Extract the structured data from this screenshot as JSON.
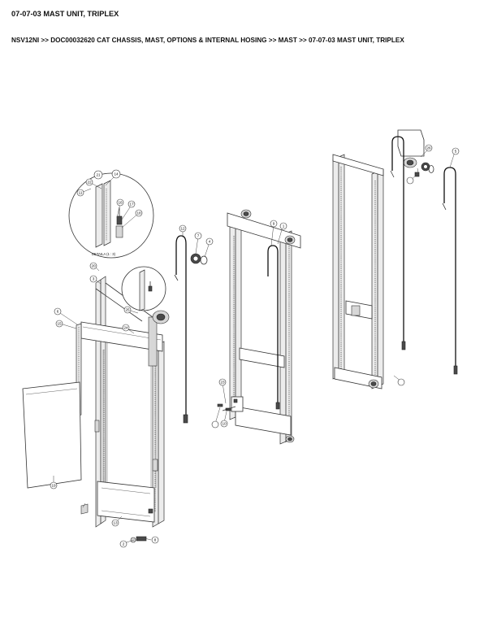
{
  "header": {
    "title": "07-07-03 MAST UNIT, TRIPLEX",
    "breadcrumb": "NSV12NI >> DOC00032620 CAT CHASSIS, MAST, OPTIONS & INTERNAL HOSING >> MAST >> 07-07-03 MAST UNIT, TRIPLEX"
  },
  "diagram": {
    "detail_label": "DETAILA (1 : 3)",
    "callouts": [
      "21",
      "22",
      "14",
      "11",
      "16",
      "17",
      "18",
      "20",
      "3",
      "25",
      "24",
      "6",
      "15",
      "19",
      "13",
      "2",
      "8",
      "12",
      "7",
      "4",
      "9",
      "1",
      "10",
      "23",
      "26",
      "5"
    ]
  }
}
